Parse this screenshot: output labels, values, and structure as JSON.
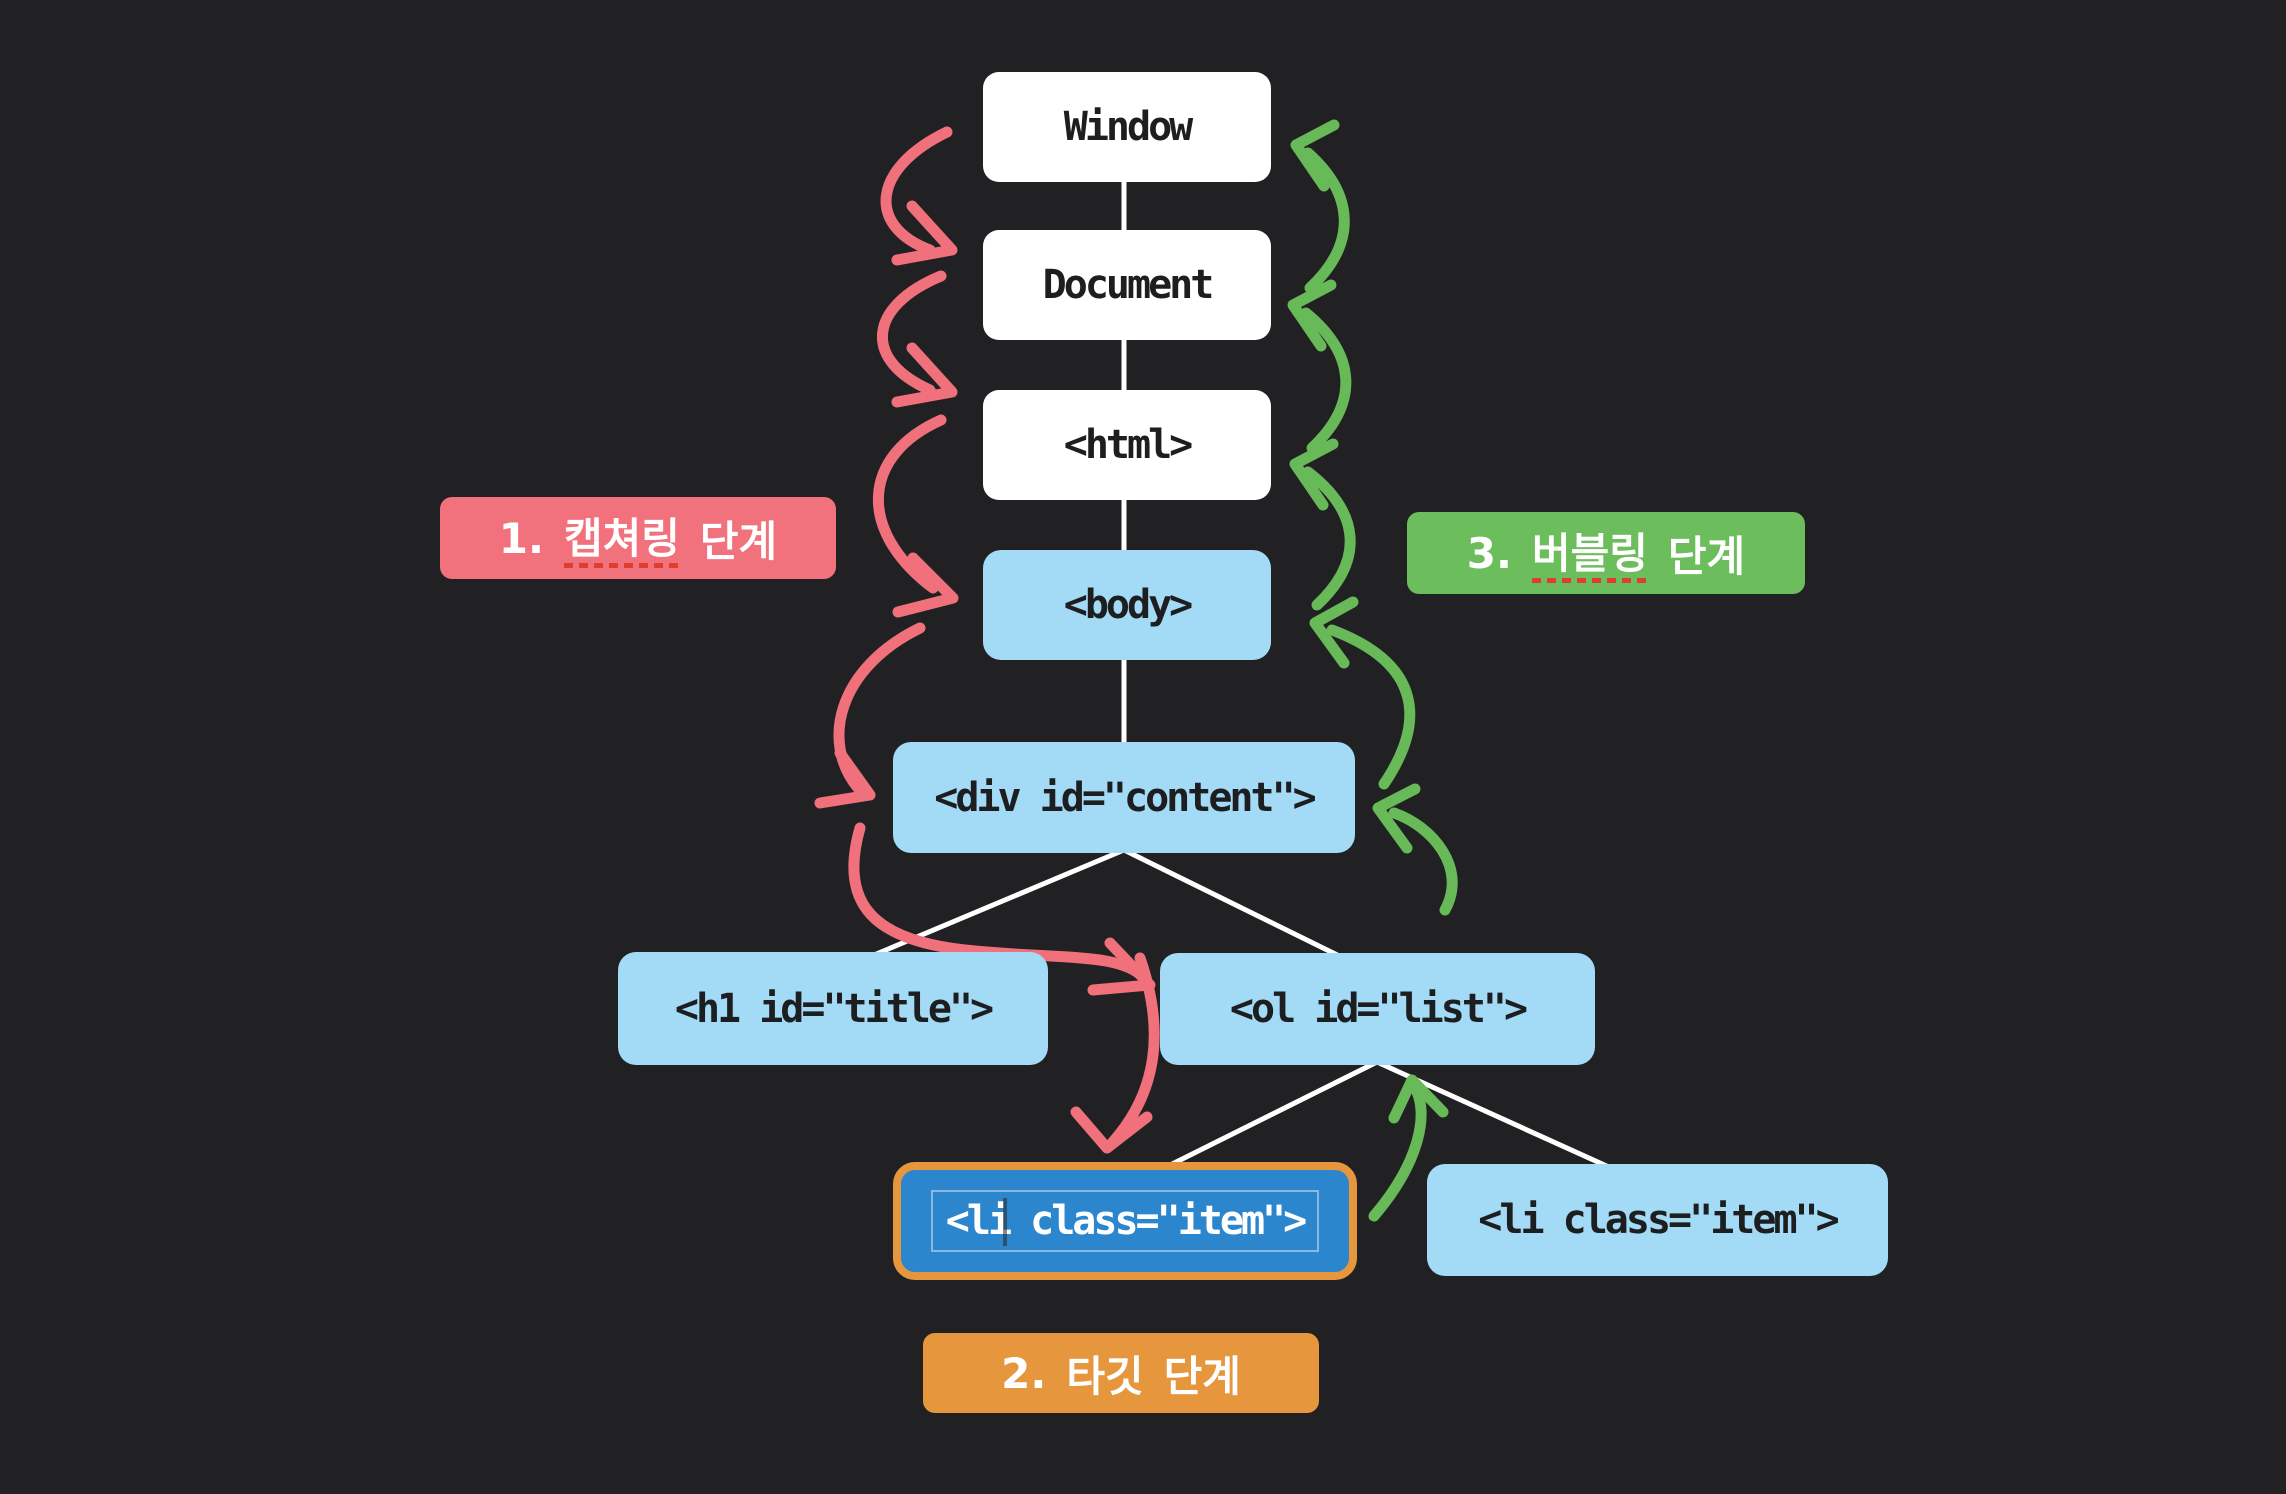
{
  "nodes": {
    "window": "Window",
    "document": "Document",
    "html": "<html>",
    "body": "<body>",
    "div_content": "<div id=\"content\">",
    "h1_title": "<h1 id=\"title\">",
    "ol_list": "<ol id=\"list\">",
    "li_target": "<li class=\"item\">",
    "li_sibling": "<li class=\"item\">"
  },
  "phases": {
    "capturing": {
      "num": "1.",
      "word": "캡쳐링",
      "rest": "단계"
    },
    "target": {
      "num": "2.",
      "word": "타깃",
      "rest": "단계"
    },
    "bubbling": {
      "num": "3.",
      "word": "버블링",
      "rest": "단계"
    }
  },
  "colors": {
    "background": "#212123",
    "node_white": "#ffffff",
    "node_blue": "#a3daf6",
    "node_text": "#1d1e20",
    "target_fill": "#2b86ce",
    "target_border": "#e6973e",
    "capturing_red": "#f0717b",
    "bubbling_green": "#68b958",
    "target_orange": "#e6973e",
    "connector_white": "#ffffff",
    "spellcheck_underline": "#e03e2d"
  }
}
